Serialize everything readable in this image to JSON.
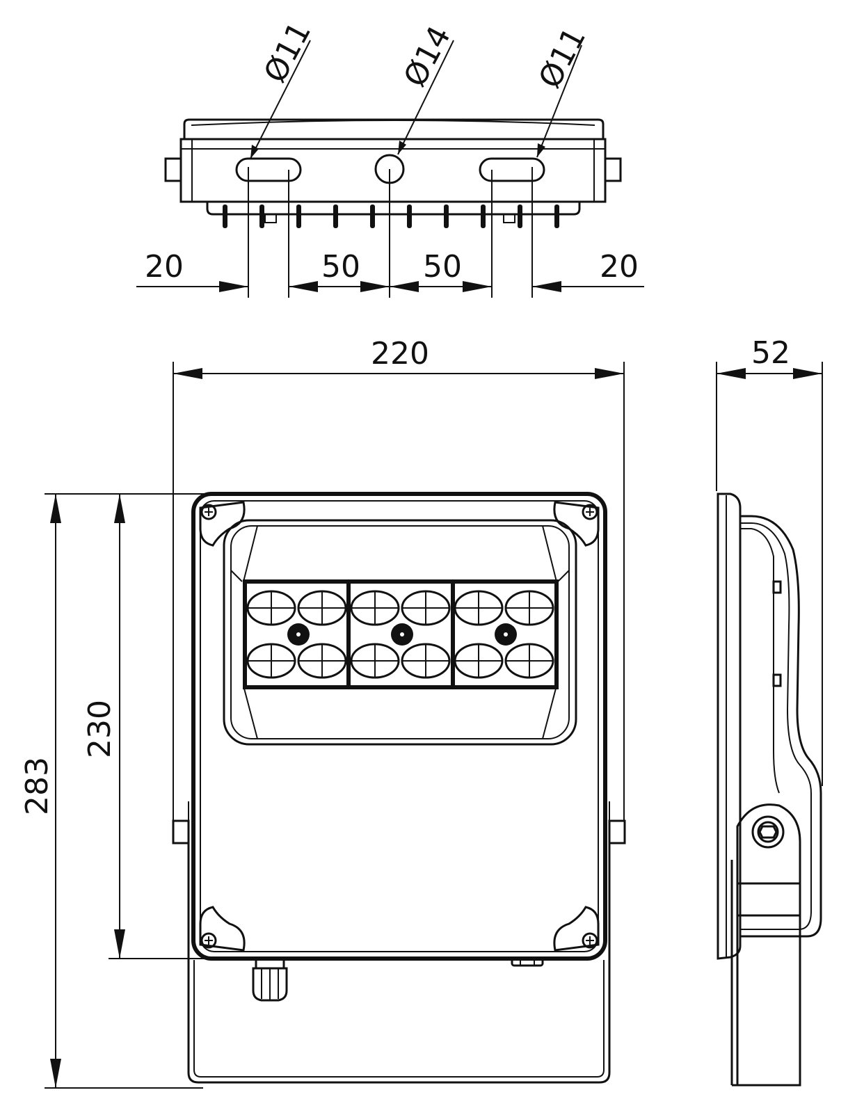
{
  "top_view": {
    "hole_left_label": "Ø11",
    "hole_center_label": "Ø14",
    "hole_right_label": "Ø11",
    "dim_left_outer": "20",
    "dim_left_inner": "50",
    "dim_right_inner": "50",
    "dim_right_outer": "20"
  },
  "front_view": {
    "width_label": "220",
    "height_total_label": "283",
    "height_body_label": "230"
  },
  "side_view": {
    "depth_label": "52"
  }
}
